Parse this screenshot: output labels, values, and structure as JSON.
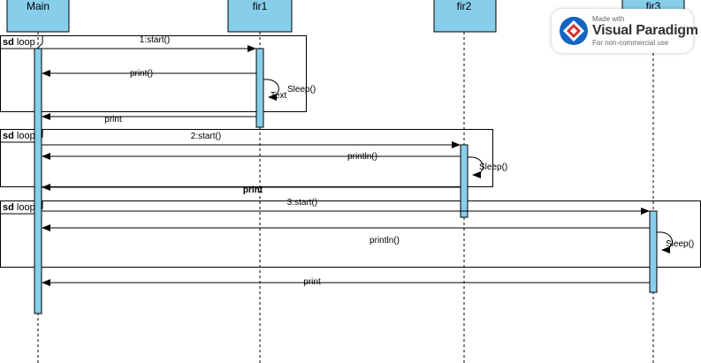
{
  "colors": {
    "lifeline_fill": "#87CEEB",
    "line": "#000000",
    "frame_border": "#000000",
    "background": "#FFFFFF",
    "logo_red": "#D32F2F",
    "logo_blue": "#1565C0"
  },
  "lifelines": [
    {
      "name": "Main"
    },
    {
      "name": "fir1"
    },
    {
      "name": "fir2"
    },
    {
      "name": "fir3"
    }
  ],
  "frames": [
    {
      "keyword": "sd",
      "label": "loop"
    },
    {
      "keyword": "sd",
      "label": "loop"
    },
    {
      "keyword": "sd",
      "label": "loop"
    }
  ],
  "messages": [
    {
      "label": "1:start()",
      "from": "Main",
      "to": "fir1"
    },
    {
      "label": "print()",
      "from": "fir1",
      "to": "Main"
    },
    {
      "label": "Sleep()",
      "from": "fir1",
      "to": "fir1",
      "self": true
    },
    {
      "label": "print",
      "from": "fir1",
      "to": "Main"
    },
    {
      "label": "2:start()",
      "from": "Main",
      "to": "fir2"
    },
    {
      "label": "println()",
      "from": "fir2",
      "to": "Main"
    },
    {
      "label": "Sleep()",
      "from": "fir2",
      "to": "fir2",
      "self": true
    },
    {
      "label": "print",
      "from": "fir2",
      "to": "Main",
      "bold": true
    },
    {
      "label": "3:start()",
      "from": "Main",
      "to": "fir3"
    },
    {
      "label": "println()",
      "from": "fir3",
      "to": "Main"
    },
    {
      "label": "Sleep()",
      "from": "fir3",
      "to": "fir3",
      "self": true
    },
    {
      "label": "print",
      "from": "fir3",
      "to": "Main"
    }
  ],
  "annotations": {
    "text_label": "Text"
  },
  "watermark": {
    "made_with": "Made with",
    "brand": "Visual Paradigm",
    "note": "For non-commercial use",
    "logo_icon": "visual-paradigm-logo-icon"
  }
}
